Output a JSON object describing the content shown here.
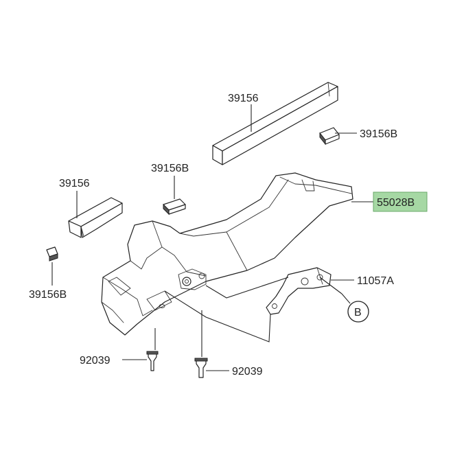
{
  "colors": {
    "line": "#222222",
    "highlight_fill": "#a6d8a4",
    "highlight_stroke": "#6aa96a",
    "background": "#ffffff"
  },
  "parts": {
    "trim_upper": "39156",
    "pad_right": "39156B",
    "pad_center": "39156B",
    "trim_left": "39156",
    "pad_left": "39156B",
    "cover": "55028B",
    "bracket": "11057A",
    "ref_b": "B",
    "clip_left": "92039",
    "clip_center": "92039"
  },
  "highlighted_part": "55028B"
}
